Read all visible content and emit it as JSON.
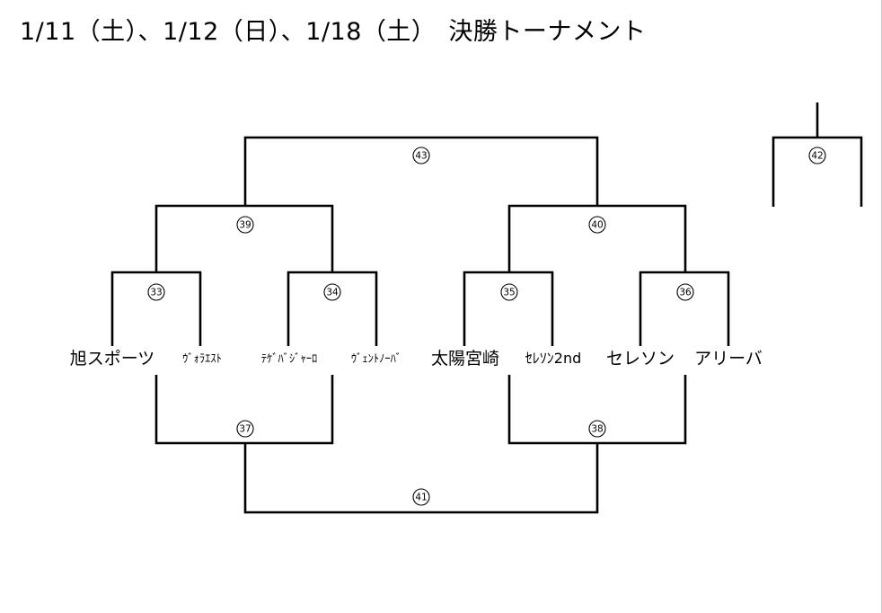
{
  "title": "1/11（土）、1/12（日）、1/18（土）　決勝トーナメント",
  "teams": [
    "旭スポーツ",
    "ｳﾞｫﾗｴｽﾄ",
    "ﾃｹﾞﾊﾞｼﾞｬｰﾛ",
    "ｳﾞｪﾝﾄﾉｰﾊﾞ",
    "太陽宮崎",
    "ｾﾚｿﾝ2nd",
    "セレソン",
    "アリーバ"
  ],
  "matches": {
    "m33": "33",
    "m34": "34",
    "m35": "35",
    "m36": "36",
    "m37": "37",
    "m38": "38",
    "m39": "39",
    "m40": "40",
    "m41": "41",
    "m42": "42",
    "m43": "43"
  }
}
